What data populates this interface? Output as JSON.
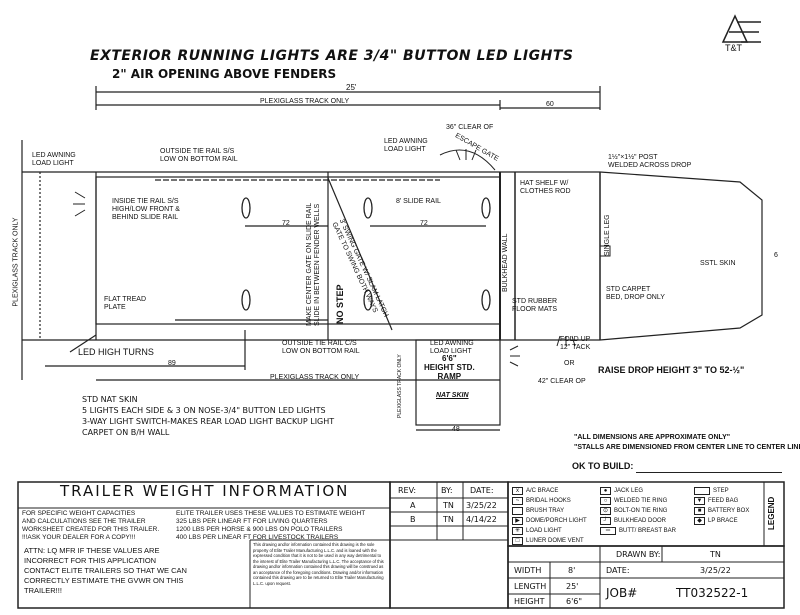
{
  "logo": {
    "company": "T&T"
  },
  "headers": {
    "line1": "EXTERIOR RUNNING LIGHTS ARE 3/4\" BUTTON LED LIGHTS",
    "line2": "2\" AIR OPENING ABOVE FENDERS"
  },
  "dimensions": {
    "overall_length": "25'",
    "plexi_top": "PLEXIGLASS TRACK ONLY",
    "nose_60": "60",
    "dim_72_left": "72",
    "dim_72_right": "72",
    "dim_89": "89",
    "plexi_bottom": "PLEXIGLASS TRACK ONLY",
    "plexi_side": "PLEXIGLASS TRACK ONLY",
    "dim_48": "48",
    "dim_6": "6"
  },
  "labels": {
    "led_awning_left": "LED AWNING\nLOAD LIGHT",
    "outside_tie_rail_top": "OUTSIDE TIE RAIL S/S\nLOW ON BOTTOM RAIL",
    "led_awning_escape": "LED AWNING\nLOAD LIGHT",
    "clear_36": "36\" CLEAR OF",
    "escape_gate": "ESCAPE GATE",
    "post": "1½\"×1½\" POST\nWELDED ACROSS DROP",
    "inside_tie_rail": "INSIDE TIE RAIL S/S\nHIGH/LOW FRONT &\nBEHIND SLIDE RAIL",
    "slide_rail": "8' SLIDE RAIL",
    "hat_shelf": "HAT SHELF W/\nCLOTHES ROD",
    "single_leg": "SINGLE LEG",
    "sstl_skin": "SSTL SKIN",
    "make_center_gate": "MAKE CENTER GATE ON SLIDE RAIL\nSLIDE IN BETWEEN FENDER WELLS",
    "swing_gate": "3' SWING GATE W/ SLAM LATCH\nGATE TO SWING BOTH WAYS",
    "no_step": "NO STEP",
    "bulkhead_wall": "BULKHEAD WALL",
    "flat_tread": "FLAT TREAD\nPLATE",
    "std_rubber": "STD RUBBER\nFLOOR MATS",
    "std_carpet": "STD CARPET\nBED, DROP ONLY",
    "led_high_turns": "LED HIGH TURNS",
    "outside_tie_rail_bottom": "OUTSIDE TIE RAIL C/S\nLOW ON BOTTOM RAIL",
    "led_awning_ramp": "LED AWNING\nLOAD LIGHT",
    "fold_up": "FOLD UP\n12\" TACK",
    "or": "OR",
    "clear_42": "42\" CLEAR OP",
    "raise_drop": "RAISE DROP HEIGHT 3\" TO 52-½\"",
    "ramp": "6'6\"\nHEIGHT STD.\nRAMP",
    "nat_skin_ramp": "NAT SKIN",
    "ramp_side": "PLEXIGLASS TRACK ONLY"
  },
  "notes": [
    "STD NAT SKIN",
    "5 LIGHTS EACH SIDE & 3 ON NOSE-3/4\" BUTTON LED LIGHTS",
    "3-WAY LIGHT SWITCH-MAKES REAR LOAD LIGHT BACKUP LIGHT",
    "CARPET ON B/H WALL"
  ],
  "disclaimers": [
    "\"ALL DIMENSIONS ARE APPROXIMATE ONLY\"",
    "\"STALLS ARE DIMENSIONED FROM CENTER LINE TO CENTER LINE\""
  ],
  "ok_to_build": "OK TO BUILD:",
  "weight_info": {
    "title": "TRAILER WEIGHT INFORMATION",
    "left": "FOR SPECIFIC WEIGHT CAPACITIES\nAND CALCULATIONS SEE THE TRAILER\nWORKSHEET CREATED FOR THIS TRAILER.\n!!!ASK YOUR DEALER FOR A COPY!!!",
    "right": "ELITE TRAILER USES THESE VALUES TO ESTIMATE WEIGHT\n325 LBS PER LINEAR FT FOR LIVING QUARTERS\n1200 LBS PER HORSE & 900 LBS ON POLO TRAILERS\n400 LBS PER LINEAR FT FOR LIVESTOCK TRAILERS",
    "attn": "ATTN: LQ MFR IF THESE VALUES ARE\nINCORRECT FOR THIS APPLICATION\nCONTACT ELITE TRAILERS SO THAT WE CAN\nCORRECTLY ESTIMATE THE GVWR ON THIS\nTRAILER!!!",
    "fine_print": "This drawing and/or information contained this drawing is the sole property of Elite Trailer Manufacturing L.L.C. and is loaned with the expressed condition that it is not to be used in any way detrimental to the interest of Elite Trailer Manufacturing L.L.C. The acceptance of this drawing and/or information contained this drawing will be construed as an acceptance of the foregoing conditions. Drawing and/or information contained this drawing are to be returned to Elite Trailer Manufacturing L.L.C. upon request."
  },
  "revisions": {
    "headers": [
      "REV:",
      "BY:",
      "DATE:"
    ],
    "rows": [
      [
        "A",
        "TN",
        "3/25/22"
      ],
      [
        "B",
        "TN",
        "4/14/22"
      ]
    ]
  },
  "legend": {
    "title": "LEGEND",
    "items": [
      "A/C BRACE",
      "JACK LEG",
      "STEP",
      "BRIDAL HOOKS",
      "WELDED TIE RING",
      "FEED BAG",
      "BRUSH TRAY",
      "BOLT-ON TIE RING",
      "BATTERY BOX",
      "DOME/PORCH LIGHT",
      "BULKHEAD DOOR",
      "LP BRACE",
      "LOAD LIGHT",
      "BUTT/ BREAST BAR",
      "",
      "LUNER DOME VENT",
      "",
      ""
    ]
  },
  "title_block": {
    "drawn_by_label": "DRAWN BY:",
    "drawn_by": "TN",
    "date_label": "DATE:",
    "date": "3/25/22",
    "job_label": "JOB#",
    "job": "TT032522-1",
    "width_label": "WIDTH",
    "width": "8'",
    "length_label": "LENGTH",
    "length": "25'",
    "height_label": "HEIGHT",
    "height": "6'6\""
  }
}
